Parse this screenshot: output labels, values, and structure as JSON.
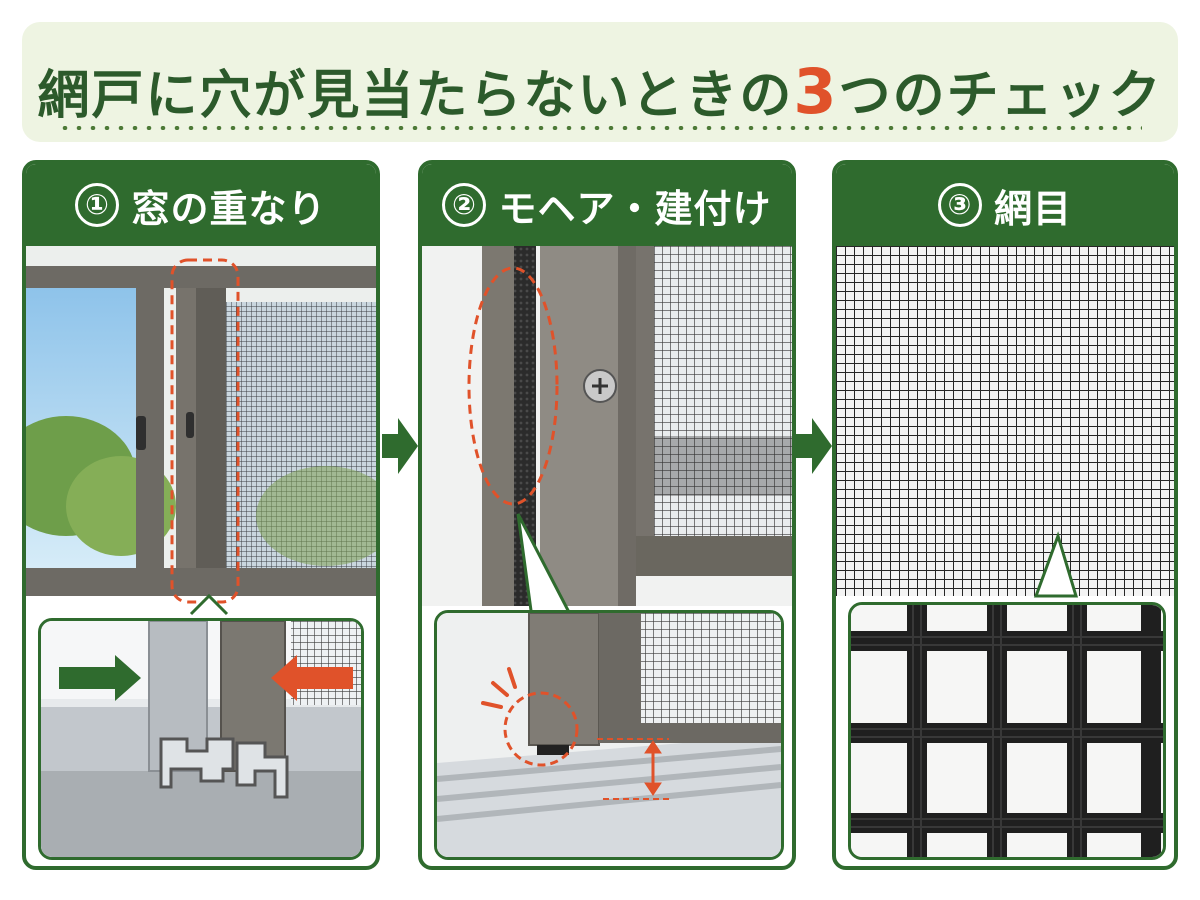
{
  "title": {
    "part1": "網戸に穴が見当たらないときの",
    "accent_number": "3",
    "part2": "つのチェック"
  },
  "panels": [
    {
      "number": "①",
      "label": "窓の重なり"
    },
    {
      "number": "②",
      "label": "モヘア・建付け"
    },
    {
      "number": "③",
      "label": "網目"
    }
  ],
  "colors": {
    "primary_green": "#2f6b2e",
    "accent_orange": "#e0522a",
    "title_band": "#eef4e2"
  },
  "icons": [
    "right-arrow-icon",
    "left-arrow-icon",
    "double-arrow-icon",
    "screw-icon",
    "impact-lines-icon"
  ]
}
